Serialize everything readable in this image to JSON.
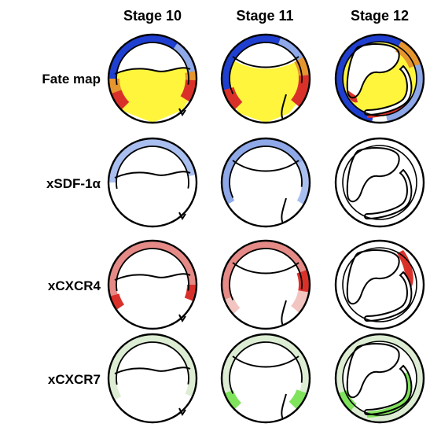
{
  "columns": [
    "Stage 10",
    "Stage 11",
    "Stage 12"
  ],
  "rows": [
    "Fate map",
    "xSDF-1α",
    "xCXCR4",
    "xCXCR7"
  ],
  "colors": {
    "outline": "#000000",
    "yellow": "#fef53c",
    "blue_dark": "#1f3fd1",
    "blue_light": "#8ea8e8",
    "blue_pale": "#a9bff0",
    "orange": "#e5962e",
    "red": "#d9312a",
    "pink_dark": "#e58a86",
    "pink_light": "#f2c5c1",
    "green_pale": "#dcedd3",
    "green_bright": "#7fe35b"
  }
}
